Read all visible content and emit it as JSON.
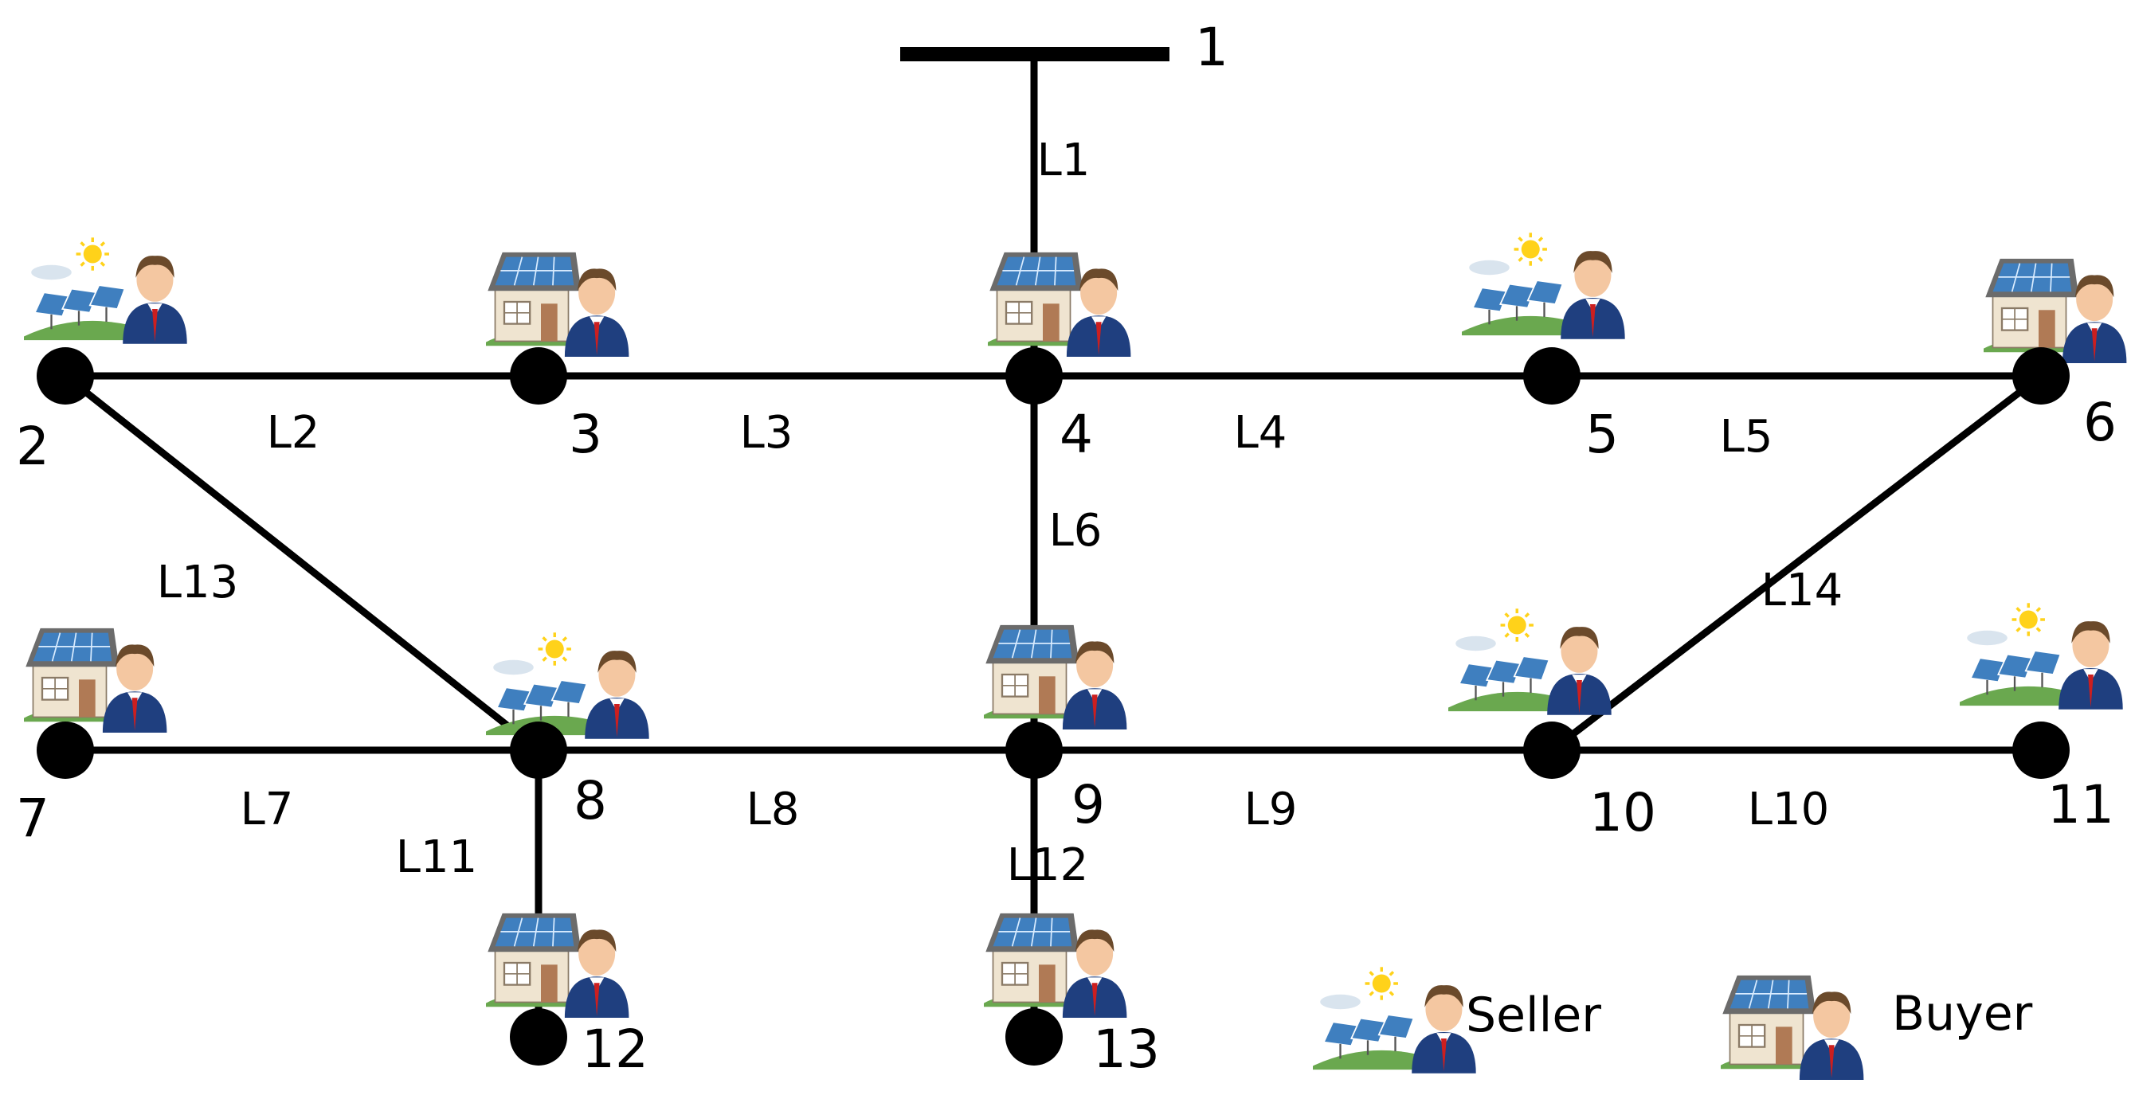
{
  "nodes": [
    {
      "id": "1",
      "label": "1",
      "type": "slack-bus",
      "role": ""
    },
    {
      "id": "2",
      "label": "2",
      "type": "bus",
      "role": "seller"
    },
    {
      "id": "3",
      "label": "3",
      "type": "bus",
      "role": "buyer"
    },
    {
      "id": "4",
      "label": "4",
      "type": "bus",
      "role": "buyer"
    },
    {
      "id": "5",
      "label": "5",
      "type": "bus",
      "role": "seller"
    },
    {
      "id": "6",
      "label": "6",
      "type": "bus",
      "role": "buyer"
    },
    {
      "id": "7",
      "label": "7",
      "type": "bus",
      "role": "buyer"
    },
    {
      "id": "8",
      "label": "8",
      "type": "bus",
      "role": "seller"
    },
    {
      "id": "9",
      "label": "9",
      "type": "bus",
      "role": "buyer"
    },
    {
      "id": "10",
      "label": "10",
      "type": "bus",
      "role": "seller"
    },
    {
      "id": "11",
      "label": "11",
      "type": "bus",
      "role": "seller"
    },
    {
      "id": "12",
      "label": "12",
      "type": "bus",
      "role": "buyer"
    },
    {
      "id": "13",
      "label": "13",
      "type": "bus",
      "role": "buyer"
    }
  ],
  "edges": [
    {
      "label": "L1",
      "from": "1",
      "to": "4"
    },
    {
      "label": "L2",
      "from": "2",
      "to": "3"
    },
    {
      "label": "L3",
      "from": "3",
      "to": "4"
    },
    {
      "label": "L4",
      "from": "4",
      "to": "5"
    },
    {
      "label": "L5",
      "from": "5",
      "to": "6"
    },
    {
      "label": "L6",
      "from": "4",
      "to": "9"
    },
    {
      "label": "L7",
      "from": "7",
      "to": "8"
    },
    {
      "label": "L8",
      "from": "8",
      "to": "9"
    },
    {
      "label": "L9",
      "from": "9",
      "to": "10"
    },
    {
      "label": "L10",
      "from": "10",
      "to": "11"
    },
    {
      "label": "L11",
      "from": "8",
      "to": "12"
    },
    {
      "label": "L12",
      "from": "9",
      "to": "13"
    },
    {
      "label": "L13",
      "from": "2",
      "to": "8"
    },
    {
      "label": "L14",
      "from": "10",
      "to": "6"
    }
  ],
  "legend": {
    "seller_label": "Seller",
    "buyer_label": "Buyer",
    "seller_icon": "solar-farm-person-icon",
    "buyer_icon": "solar-house-person-icon"
  },
  "colors": {
    "line": "#000000",
    "node": "#000000",
    "panel": "#3f7fbf",
    "sun": "#ffd21a",
    "grass": "#6aa84f",
    "suit": "#1f3f7f",
    "skin": "#f4c7a1",
    "tie": "#cc1f1f",
    "wall": "#efe4d0",
    "door": "#b07a55"
  }
}
